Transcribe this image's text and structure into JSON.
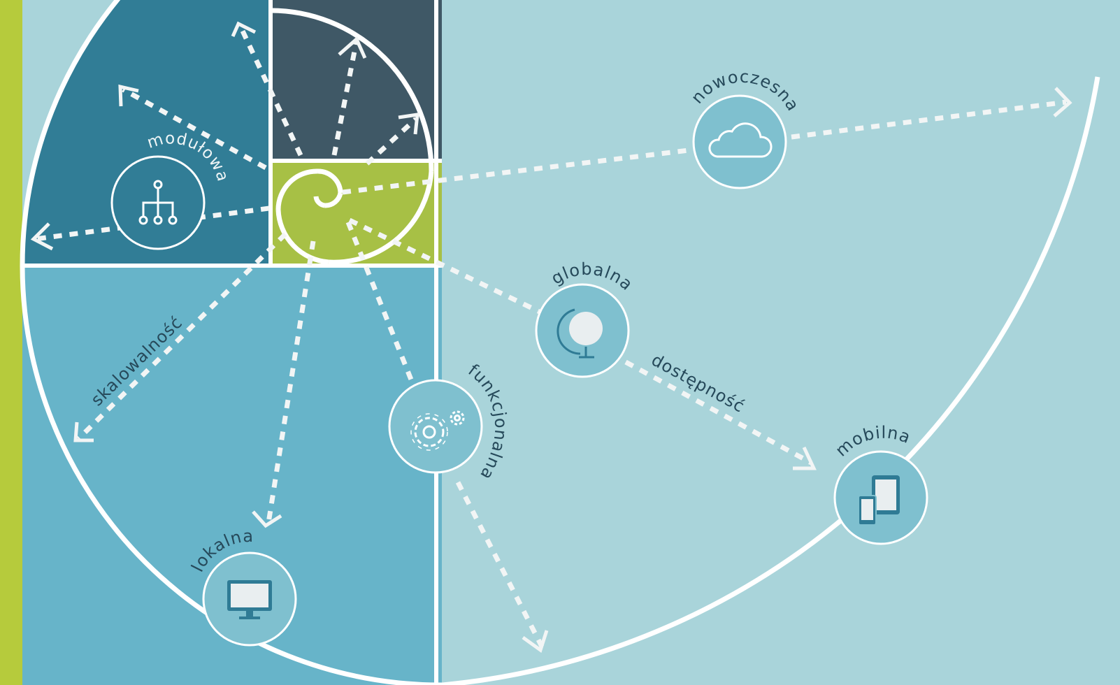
{
  "colors": {
    "left_bar": "#b6cb3c",
    "background": "#a9d4da",
    "tile_top_left": "#317d96",
    "tile_top_right": "#3f5866",
    "tile_spiral": "#a7c045",
    "tile_bottom_left": "#67b4c9",
    "node_fill": "#7fc0cf",
    "line": "#ffffff"
  },
  "nodes": [
    {
      "id": "modulowa",
      "label": "modułowa",
      "icon": "hierarchy-icon"
    },
    {
      "id": "nowoczesna",
      "label": "nowoczesna",
      "icon": "cloud-icon"
    },
    {
      "id": "globalna",
      "label": "globalna",
      "icon": "globe-icon"
    },
    {
      "id": "funkcjonalna",
      "label": "funkcjonalna",
      "icon": "gears-icon"
    },
    {
      "id": "mobilna",
      "label": "mobilna",
      "icon": "devices-icon"
    },
    {
      "id": "lokalna",
      "label": "lokalna",
      "icon": "monitor-icon"
    }
  ],
  "arrow_labels": [
    {
      "id": "skalowalnosc",
      "label": "skalowalność"
    },
    {
      "id": "dostepnosc",
      "label": "dostępność"
    }
  ]
}
